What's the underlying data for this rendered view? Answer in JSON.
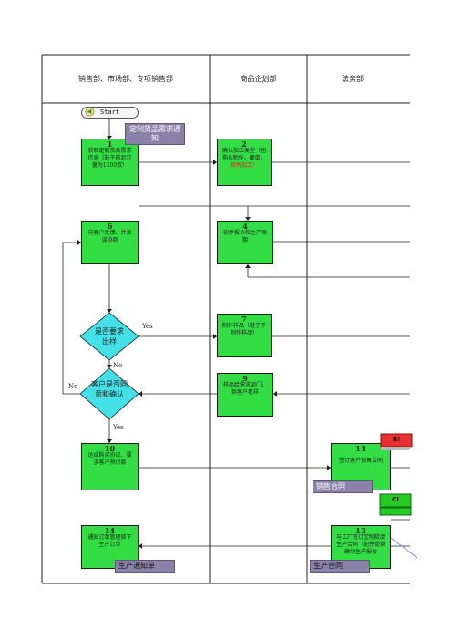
{
  "headers": {
    "col1": "销售部、市场部、专项销售部",
    "col2": "商品企划部",
    "col3": "法务部"
  },
  "start_label": "Start",
  "steps": {
    "s1": {
      "num": "1",
      "text": "获取定制货品需求信息（鞋子的起订量为1200双）"
    },
    "s2": {
      "num": "2",
      "text": "确认加工类型（团购&制作、翻单、",
      "text_red": "现有加工）"
    },
    "s6": {
      "num": "6",
      "text": "向客户反馈、并洽谈协商"
    },
    "s4": {
      "num": "4",
      "text": "初步报价和生产周期"
    },
    "s7": {
      "num": "7",
      "text": "制作样品（鞋子不制作样品）"
    },
    "s9": {
      "num": "9",
      "text": "样品给需求部门，供客户看样"
    },
    "s10": {
      "num": "10",
      "text": "达成购买协议、要求客户预付款"
    },
    "s11": {
      "num": "11",
      "text": "签订客户销售合同"
    },
    "s14": {
      "num": "14",
      "text": "通知订单管理部下生产订单"
    },
    "s13": {
      "num": "13",
      "text": "与工厂签订定制货品生产合同（配件提供确切生产报价"
    }
  },
  "decisions": {
    "d1": "是否要求出样",
    "d2": "客户是否同意和确认"
  },
  "edge_labels": {
    "yes1": "Yes",
    "no1": "No",
    "no2": "No",
    "yes2": "Yes"
  },
  "documents": {
    "doc1": "定制货品需求通知",
    "doc2": "销售合同",
    "doc3": "生产通知单",
    "doc4": "生产合同"
  },
  "badges": {
    "ri": "RI",
    "ci": "CI"
  },
  "colors": {
    "process_fill": "#33dd44",
    "decision_fill": "#44e0e8",
    "document_fill": "#8a82a8",
    "badge_red": "#e83030",
    "badge_green": "#22cc22"
  }
}
